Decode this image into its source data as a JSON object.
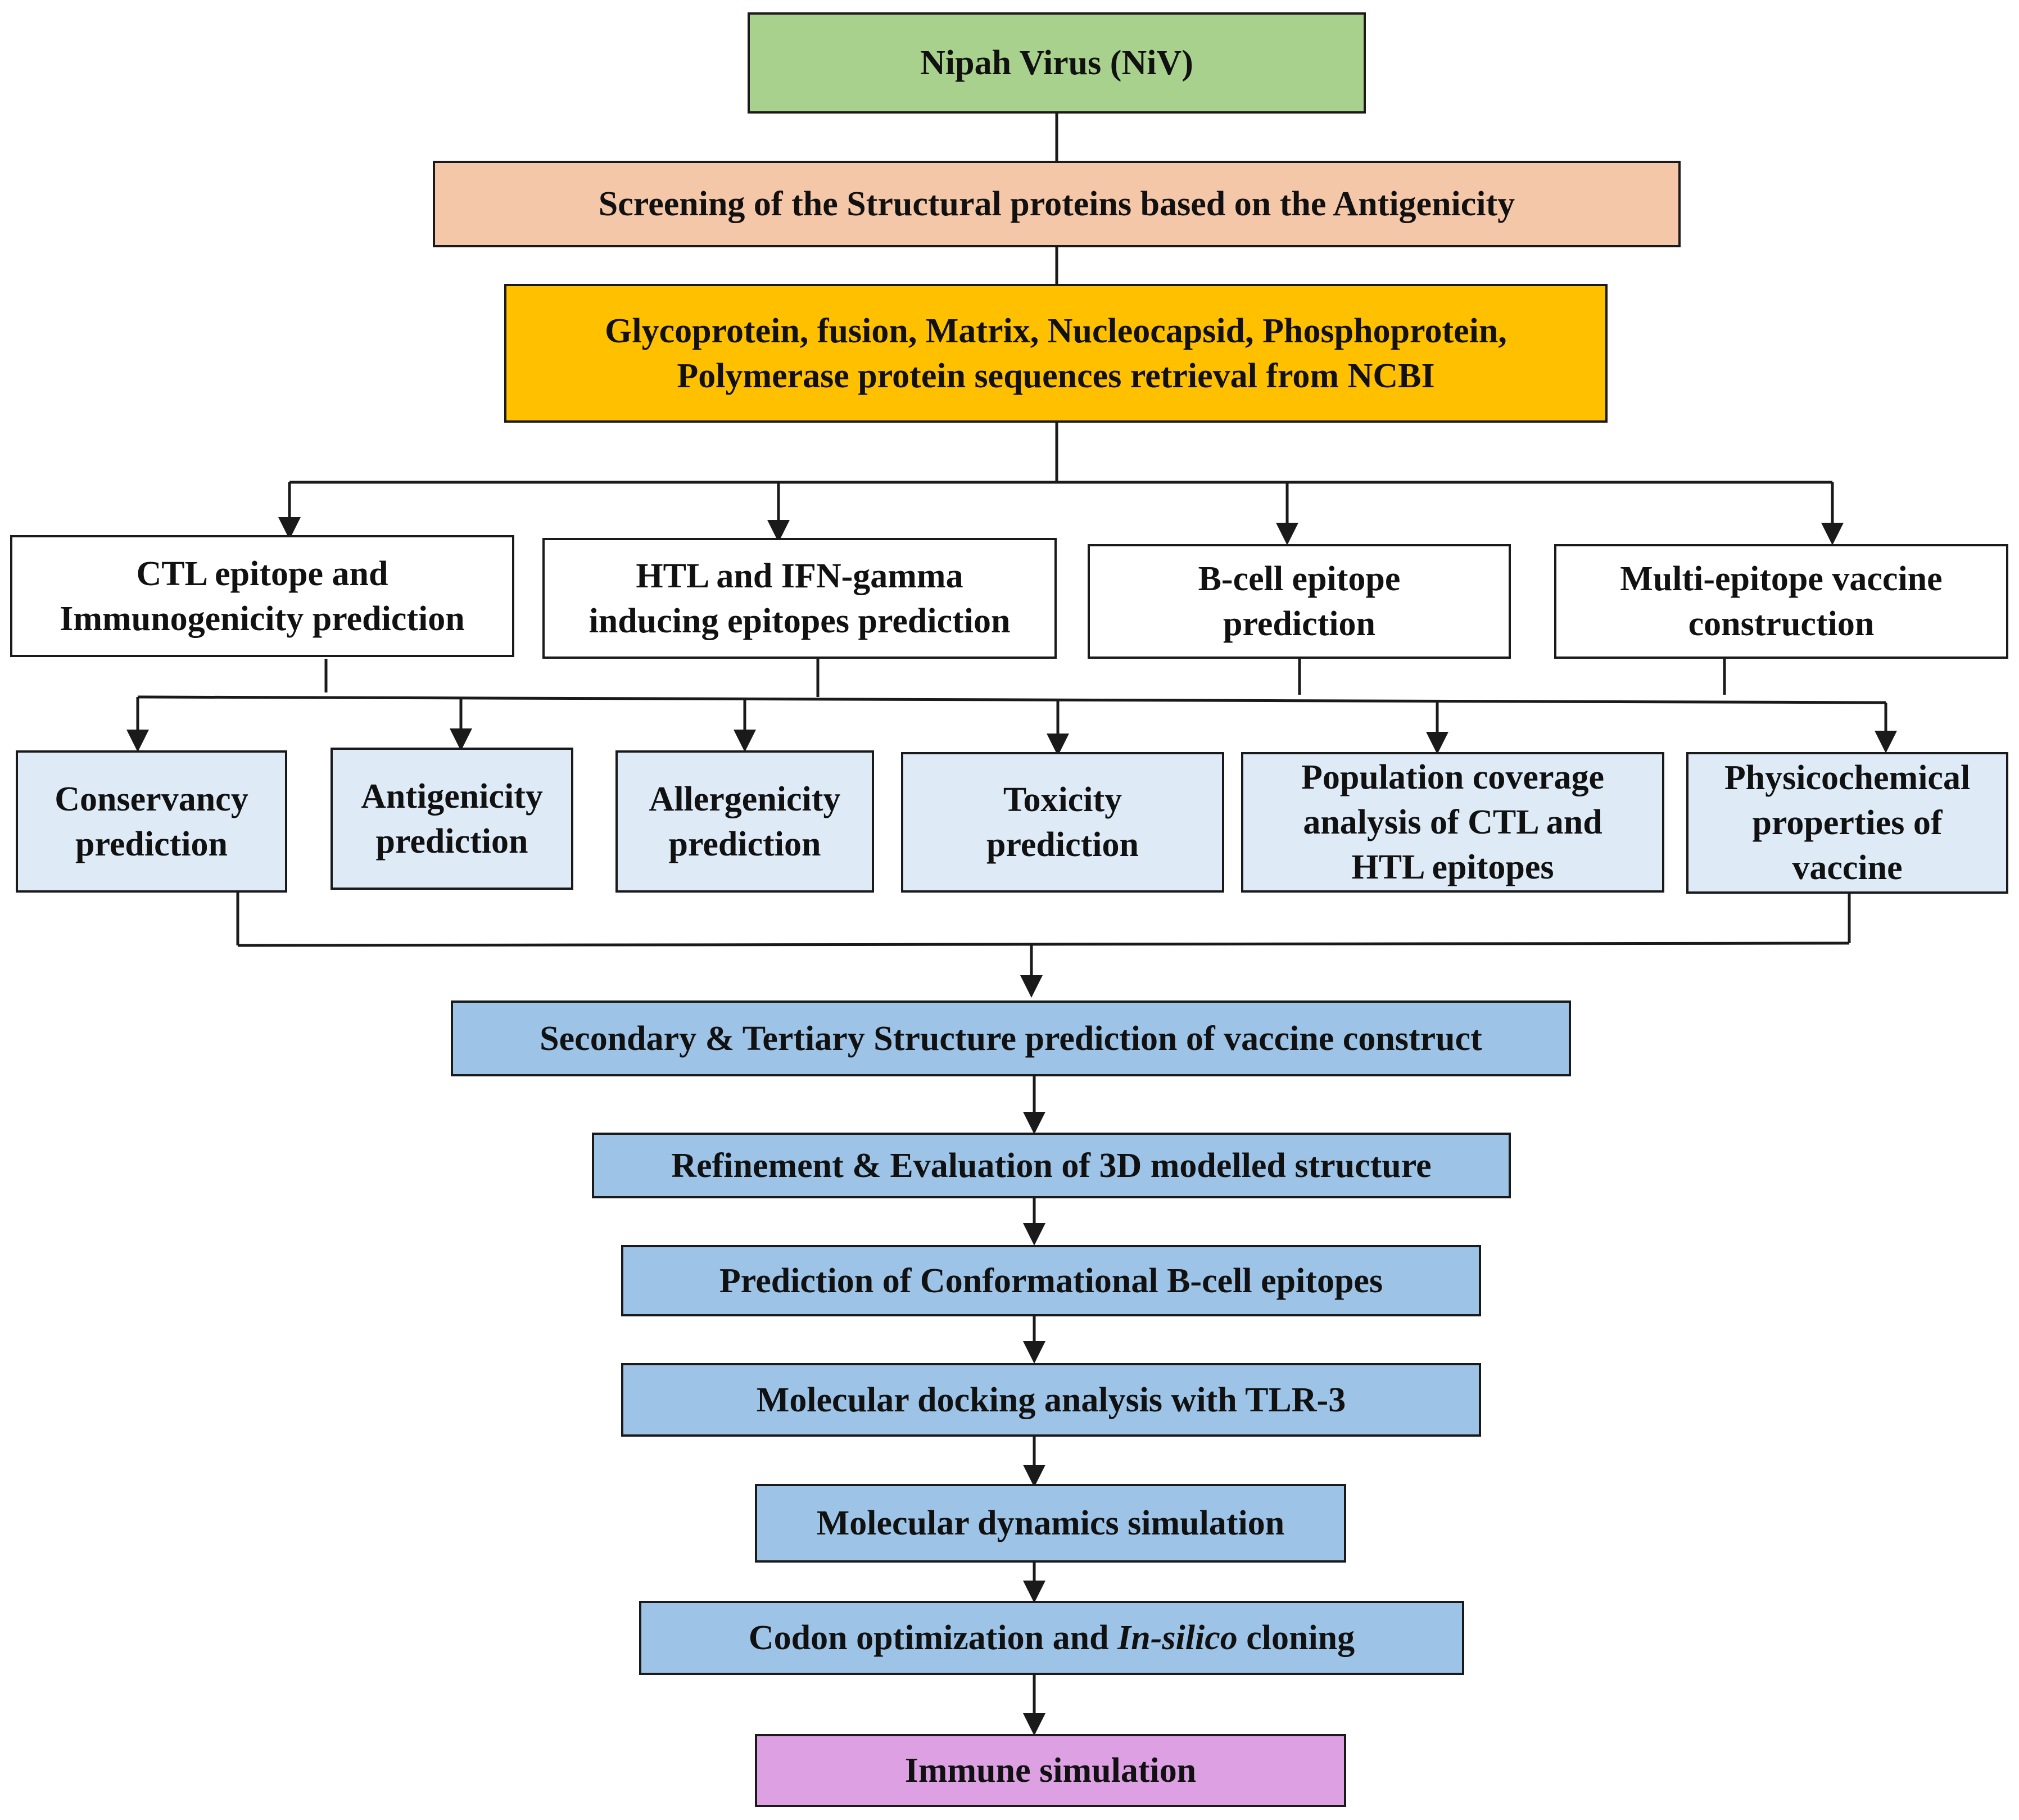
{
  "colors": {
    "green": "#a9d18e",
    "salmon": "#f5c7a9",
    "gold": "#ffc000",
    "white": "#ffffff",
    "pale_blue": "#deebf7",
    "blue": "#9dc3e6",
    "violet": "#dda0e3",
    "line": "#1a1a1a"
  },
  "nodes": {
    "niv": "Nipah Virus (NiV)",
    "screening": "Screening of the Structural proteins based on the Antigenicity",
    "retrieval": "Glycoprotein, fusion, Matrix, Nucleocapsid, Phosphoprotein,\nPolymerase protein sequences retrieval from NCBI",
    "ctl": "CTL epitope and\nImmunogenicity prediction",
    "htl": "HTL and IFN-gamma\ninducing epitopes prediction",
    "bcell": "B-cell epitope\nprediction",
    "multi": "Multi-epitope vaccine\nconstruction",
    "conservancy": "Conservancy\nprediction",
    "antigenicity": "Antigenicity\nprediction",
    "allergenicity": "Allergenicity\nprediction",
    "toxicity": "Toxicity\nprediction",
    "population": "Population coverage\nanalysis of CTL and\nHTL epitopes",
    "physico": "Physicochemical\nproperties of\nvaccine",
    "structure": "Secondary & Tertiary Structure prediction of vaccine construct",
    "refinement": "Refinement & Evaluation of 3D modelled structure",
    "conformational": "Prediction of Conformational B-cell epitopes",
    "docking": "Molecular docking analysis with TLR-3",
    "md": "Molecular dynamics simulation",
    "codon_before": "Codon optimization and ",
    "codon_italic": "In-silico",
    "codon_after": " cloning",
    "immune": "Immune simulation"
  }
}
